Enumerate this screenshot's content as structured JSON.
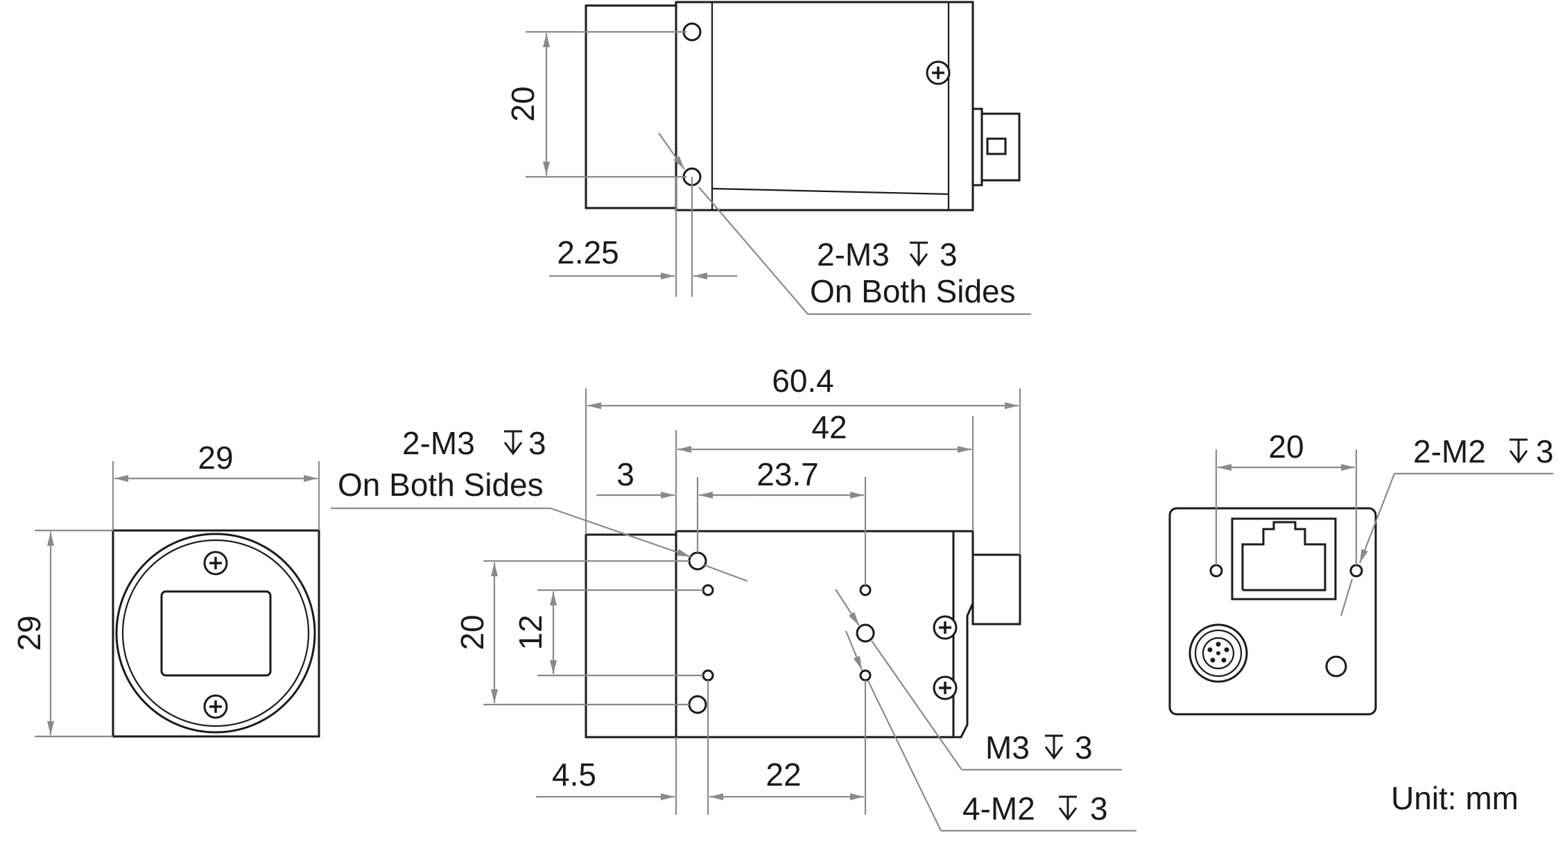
{
  "views": {
    "top_view": {
      "dim_vertical": "20",
      "dim_offset": "2.25",
      "callout_line1": "2-M3",
      "callout_line1_depth": "3",
      "callout_line2": "On Both Sides"
    },
    "front_view": {
      "dim_width": "29",
      "dim_height": "29"
    },
    "side_view": {
      "dim_total": "60.4",
      "dim_body": "42",
      "dim_3": "3",
      "dim_23_7": "23.7",
      "dim_20": "20",
      "dim_12": "12",
      "dim_4_5": "4.5",
      "dim_22": "22",
      "callout_top_line1": "2-M3",
      "callout_top_depth": "3",
      "callout_top_line2": "On Both Sides",
      "callout_m3": "M3",
      "callout_m3_depth": "3",
      "callout_m2": "4-M2",
      "callout_m2_depth": "3"
    },
    "rear_view": {
      "dim_width": "20",
      "callout": "2-M2",
      "callout_depth": "3"
    }
  },
  "unit_label": "Unit: mm",
  "depth_symbol": "depth-arrow-icon",
  "colors": {
    "outline": "#1a1a1a",
    "dimension": "#8a8a8a"
  }
}
